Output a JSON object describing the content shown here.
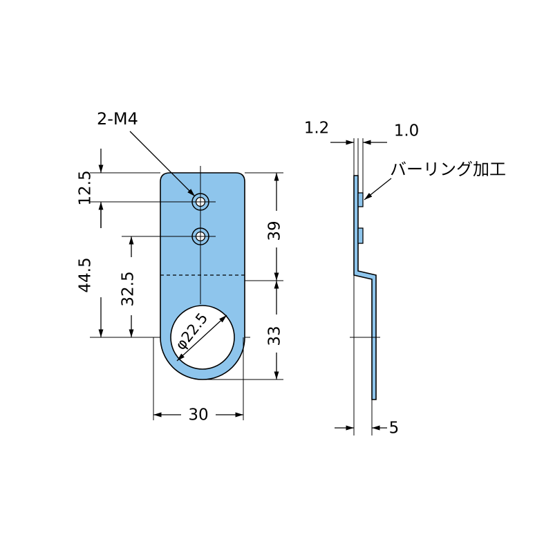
{
  "drawing": {
    "hole_spec": "2-M4",
    "process_note": "バーリング加工",
    "front_view": {
      "dim_top_offset": "12.5",
      "dim_hole_center": "44.5",
      "dim_hole_center_2": "32.5",
      "dim_upper_height": "39",
      "dim_lower_height": "33",
      "dim_width": "30",
      "dim_diameter": "φ22.5"
    },
    "side_view": {
      "dim_thickness": "1.2",
      "dim_burr": "1.0",
      "dim_offset": "5"
    },
    "colors": {
      "part_fill": "#8ec5ec",
      "line": "#000000"
    }
  }
}
